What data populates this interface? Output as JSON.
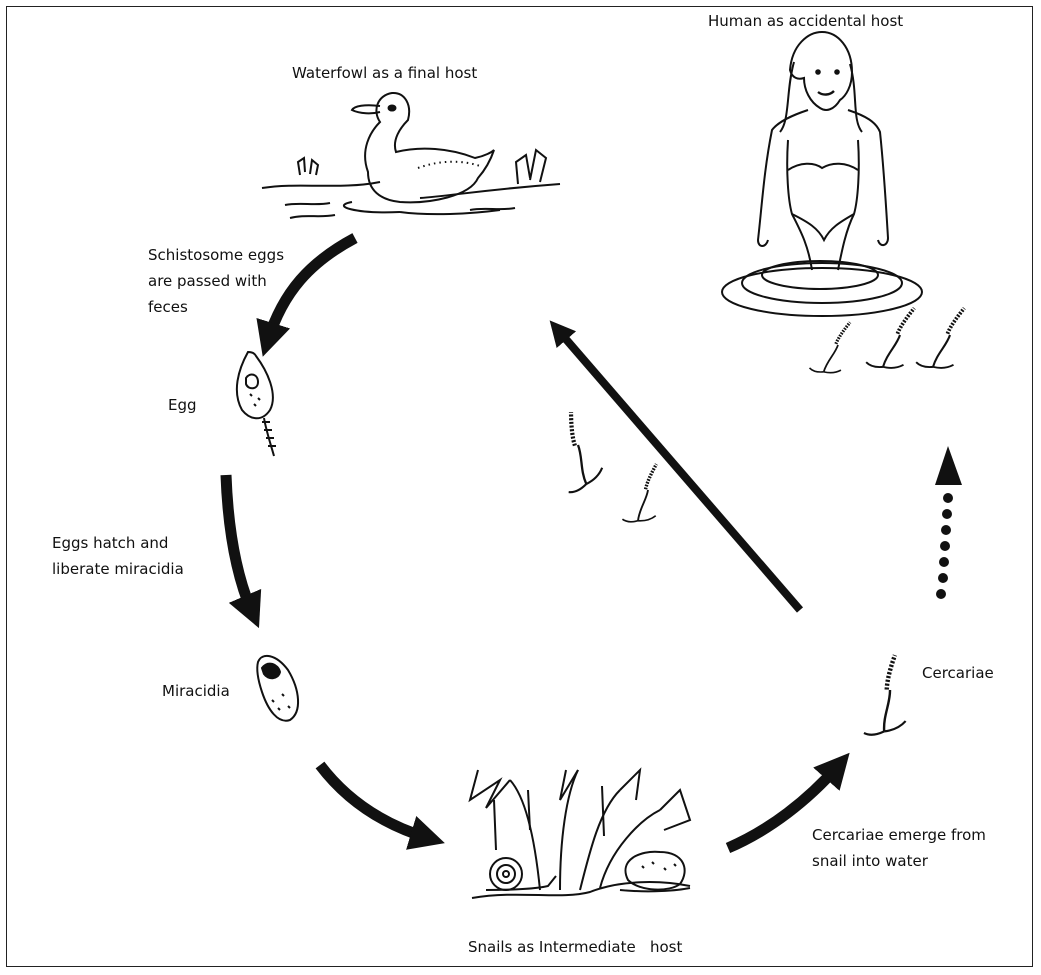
{
  "labels": {
    "waterfowl": "Waterfowl as a final host",
    "human": "Human as accidental host",
    "eggs_passed": [
      "Schistosome eggs",
      "are passed with",
      "feces"
    ],
    "egg": "Egg",
    "eggs_hatch": [
      "Eggs hatch and",
      "liberate miracidia"
    ],
    "miracidia": "Miracidia",
    "snails": "Snails as Intermediate   host",
    "cercariae": "Cercariae",
    "cercariae_emerge": [
      "Cercariae emerge from",
      "snail into water"
    ]
  },
  "colors": {
    "ink": "#111111",
    "frame": "#222222",
    "background": "#ffffff"
  },
  "icons": [
    "duck-icon",
    "human-icon",
    "egg-icon",
    "miracidium-icon",
    "snail-icon",
    "cercaria-icon"
  ]
}
